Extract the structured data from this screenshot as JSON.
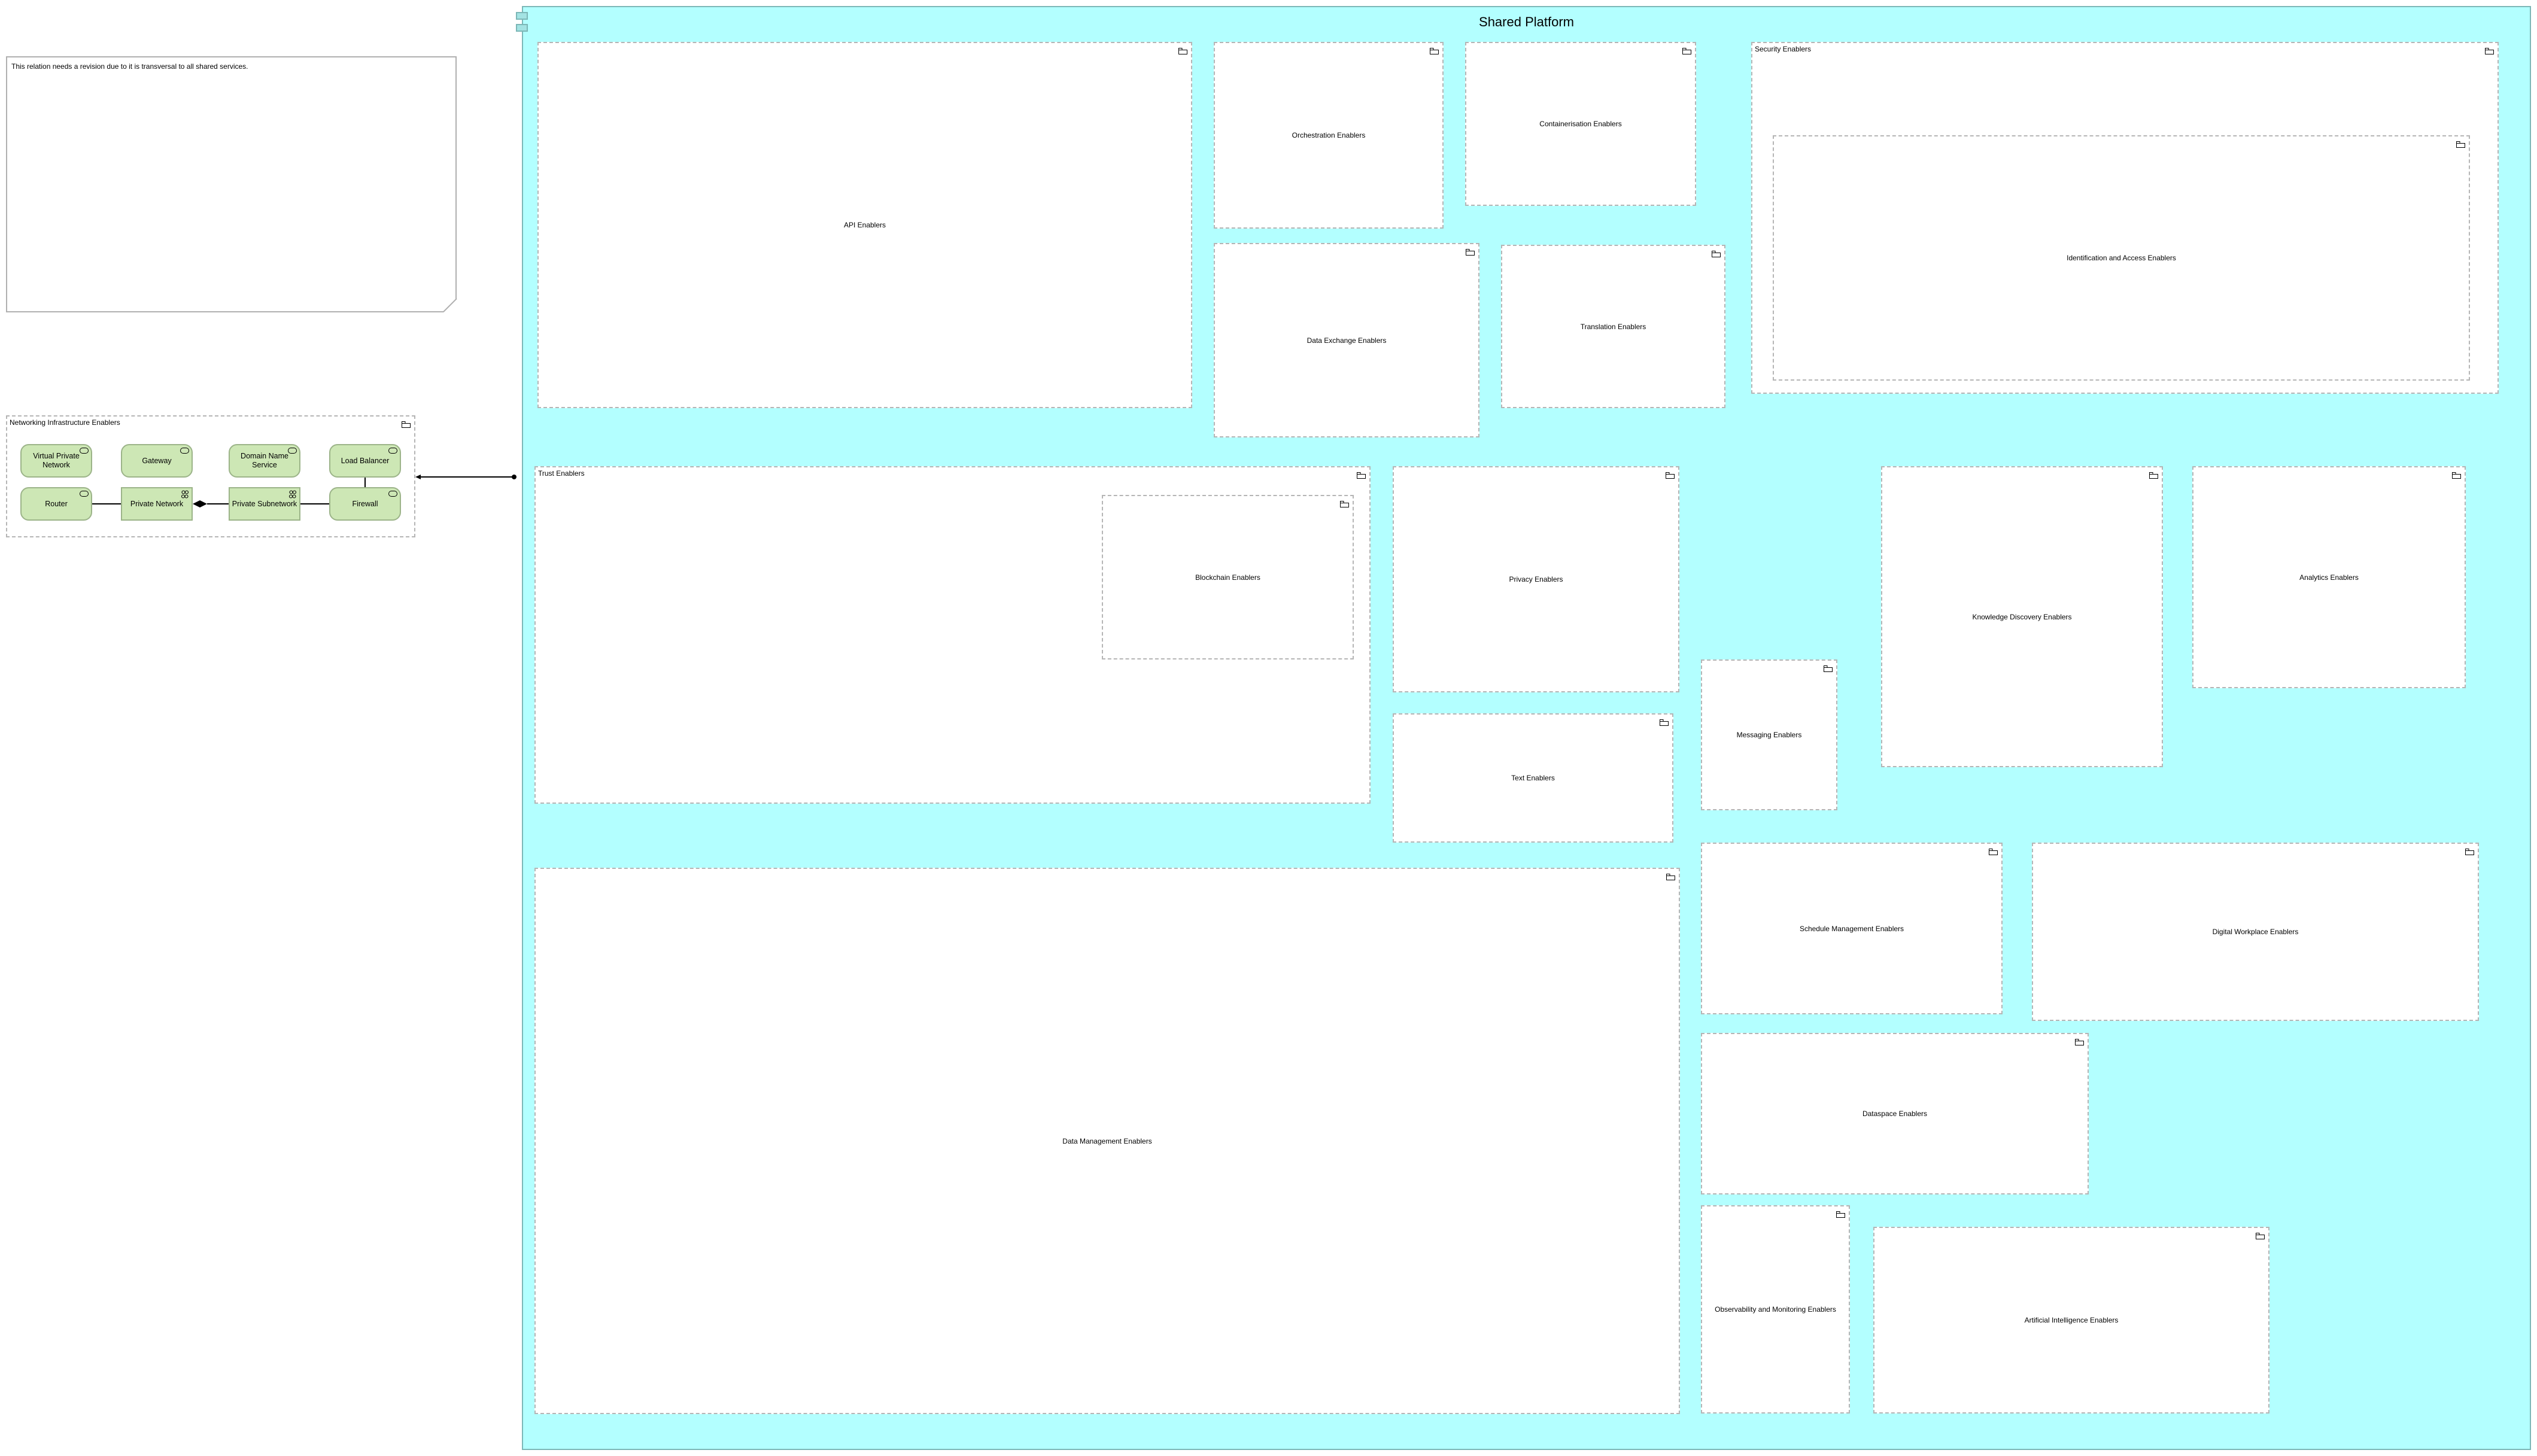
{
  "note": {
    "text": "This relation needs a revision due to it is transversal to all shared services."
  },
  "networking_group": {
    "label": "Networking Infrastructure Enablers",
    "icon": "folder-icon",
    "nodes": [
      {
        "label": "Virtual Private Network",
        "type": "technology-service",
        "icon": "service-icon"
      },
      {
        "label": "Gateway",
        "type": "technology-service",
        "icon": "service-icon"
      },
      {
        "label": "Domain Name Service",
        "type": "technology-service",
        "icon": "service-icon"
      },
      {
        "label": "Load Balancer",
        "type": "technology-service",
        "icon": "service-icon"
      },
      {
        "label": "Router",
        "type": "technology-service",
        "icon": "service-icon"
      },
      {
        "label": "Private Network",
        "type": "communication-network",
        "icon": "network-icon"
      },
      {
        "label": "Private Subnetwork",
        "type": "communication-network",
        "icon": "network-icon"
      },
      {
        "label": "Firewall",
        "type": "technology-service",
        "icon": "service-icon"
      }
    ],
    "relations": [
      {
        "from": "Router",
        "to": "Private Network",
        "type": "association"
      },
      {
        "from": "Private Subnetwork",
        "to": "Private Network",
        "type": "composition"
      },
      {
        "from": "Private Subnetwork",
        "to": "Firewall",
        "type": "association"
      },
      {
        "from": "Load Balancer",
        "to": "Firewall",
        "type": "association"
      }
    ]
  },
  "platform_relation": {
    "from": "Shared Platform",
    "to": "Networking Infrastructure Enablers",
    "type": "serving"
  },
  "platform": {
    "title": "Shared Platform",
    "colors": {
      "fill": "#b3ffff",
      "border": "#7cb7b7",
      "node_fill": "#cde7b5"
    },
    "groups": {
      "api": "API Enablers",
      "orchestration": "Orchestration Enablers",
      "containerisation": "Containerisation Enablers",
      "security": "Security Enablers",
      "identification": "Identification and Access Enablers",
      "data_exchange": "Data Exchange Enablers",
      "translation": "Translation Enablers",
      "trust": "Trust Enablers",
      "blockchain": "Blockchain Enablers",
      "privacy": "Privacy Enablers",
      "text": "Text Enablers",
      "messaging": "Messaging Enablers",
      "knowledge": "Knowledge Discovery Enablers",
      "analytics": "Analytics Enablers",
      "data_management": "Data Management Enablers",
      "schedule": "Schedule Management Enablers",
      "digital_workplace": "Digital Workplace Enablers",
      "dataspace": "Dataspace Enablers",
      "observability": "Observability and Monitoring Enablers",
      "ai": "Artificial Intelligence Enablers"
    }
  }
}
